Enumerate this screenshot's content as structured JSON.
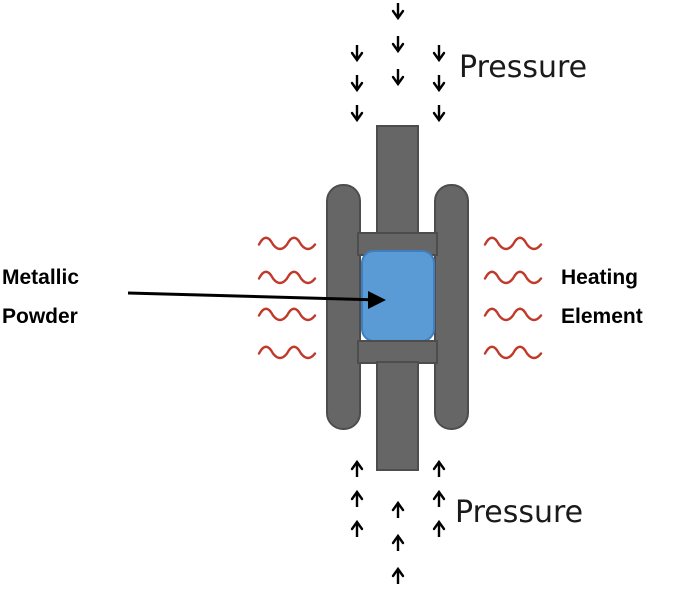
{
  "labels": {
    "pressure_top": "Pressure",
    "pressure_bottom": "Pressure",
    "powder_line1": "Metallic",
    "powder_line2": "Powder",
    "heating_line1": "Heating",
    "heating_line2": "Element"
  },
  "colors": {
    "die": "#666666",
    "die_stroke": "#4d4d4d",
    "powder": "#5b9bd5",
    "heat_wave": "#c0392b",
    "arrow": "#000000"
  }
}
